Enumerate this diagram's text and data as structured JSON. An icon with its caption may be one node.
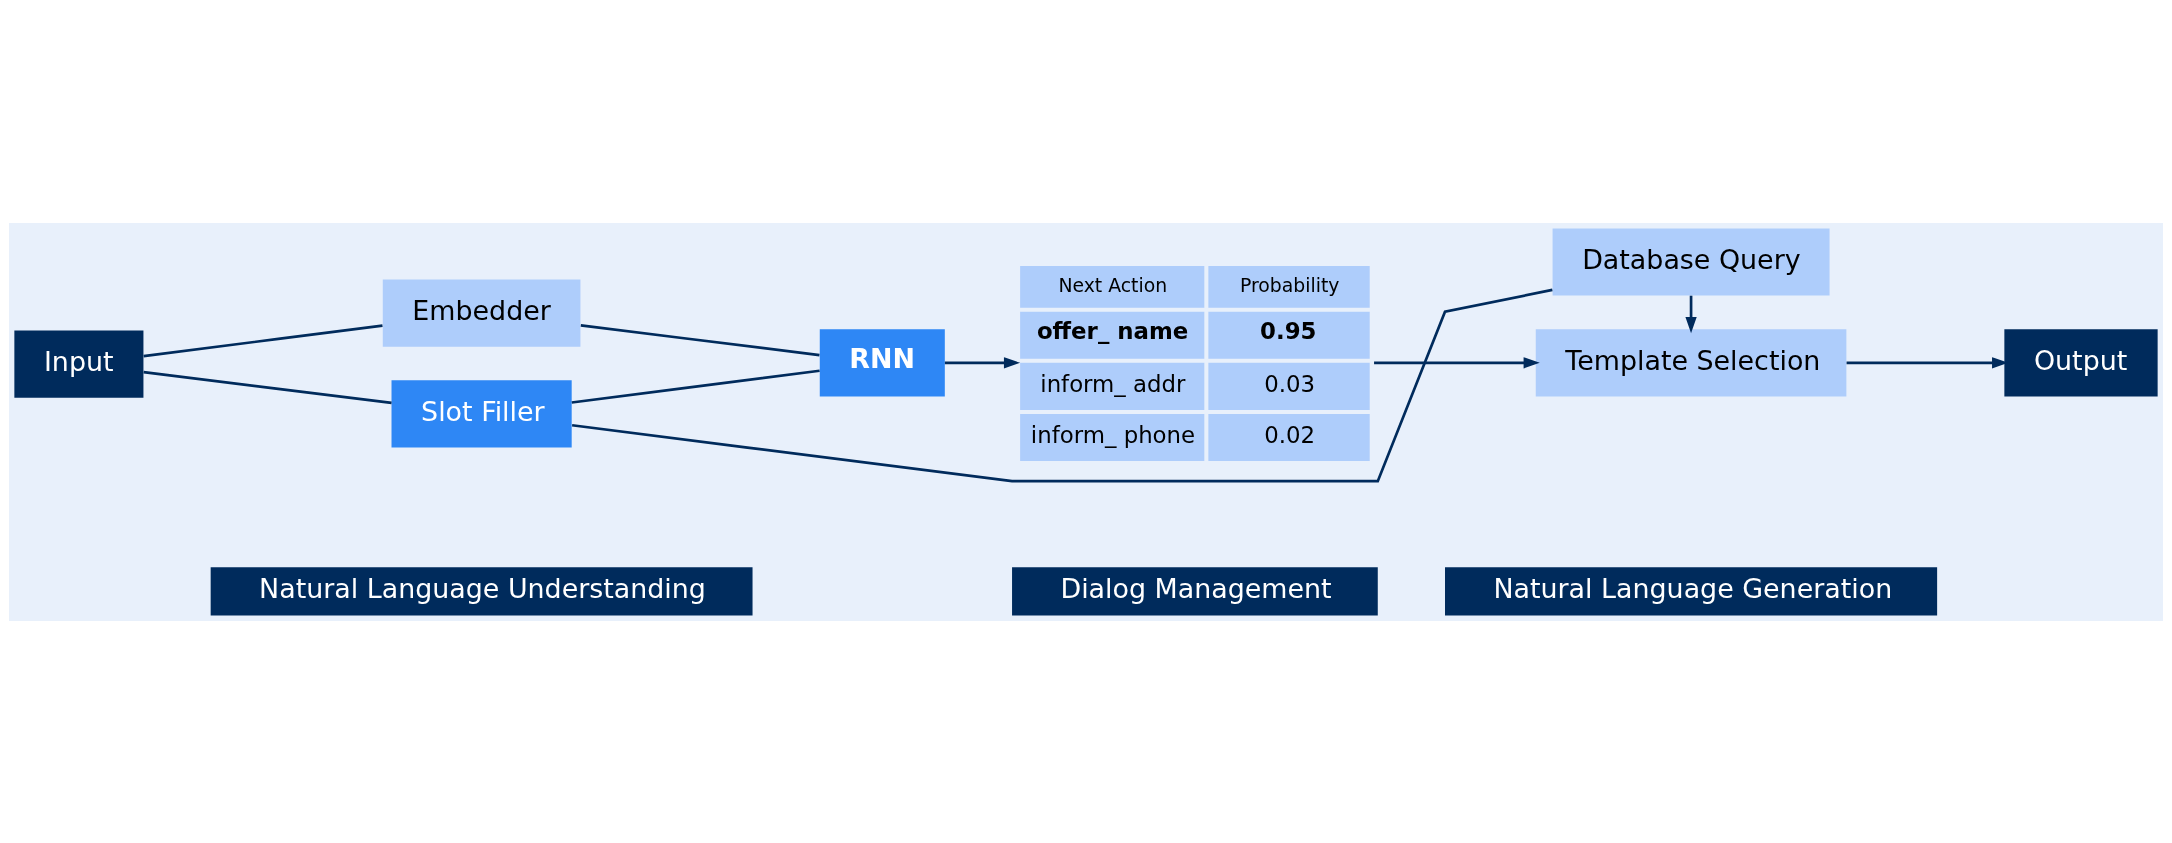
{
  "diagram": {
    "nodes": [
      {
        "text": [
          "Natural Language Understanding"
        ]
      },
      {
        "text": [
          "Dialog Management"
        ]
      },
      {
        "text": [
          "Natural Language Generation"
        ]
      },
      {
        "text": [
          "Input"
        ]
      },
      {
        "text": [
          "Embedder"
        ]
      },
      {
        "text": [
          "Slot Filler"
        ]
      },
      {
        "text": [
          "RNN"
        ]
      },
      {
        "text": [
          "Next Action",
          "Probability",
          "offer_ name",
          "0.95",
          "inform_ addr",
          "0.03",
          "inform_ phone",
          "0.02"
        ]
      },
      {
        "text": [
          "Template Selection"
        ]
      },
      {
        "text": [
          "Output"
        ]
      },
      {
        "text": [
          "Database Query"
        ]
      }
    ],
    "edges": [
      {
        "from": 3,
        "to": 4,
        "arrow": "none"
      },
      {
        "from": 3,
        "to": 5,
        "arrow": "none"
      },
      {
        "from": 4,
        "to": 6,
        "arrow": "none"
      },
      {
        "from": 5,
        "to": 6,
        "arrow": "none"
      },
      {
        "from": 6,
        "to": 7,
        "arrow": "to"
      },
      {
        "from": 7,
        "to": 8,
        "arrow": "to"
      },
      {
        "from": 8,
        "to": 9,
        "arrow": "to"
      },
      {
        "from": 10,
        "to": 8,
        "arrow": "to"
      },
      {
        "from": 5,
        "to": 10,
        "arrow": "none"
      }
    ]
  }
}
